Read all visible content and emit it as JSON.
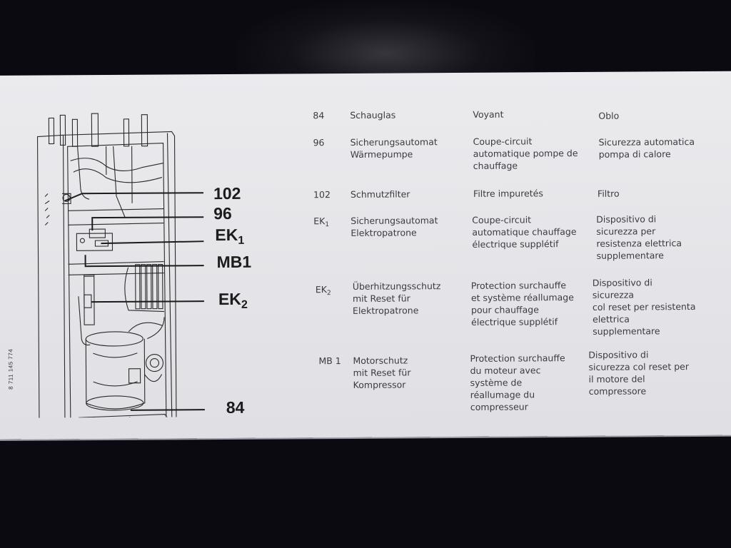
{
  "callouts": {
    "c102": "102",
    "c96": "96",
    "ek1": {
      "base": "EK",
      "sub": "1"
    },
    "mb1": "MB1",
    "ek2": {
      "base": "EK",
      "sub": "2"
    },
    "c84": "84"
  },
  "serial_number": "8 711 145 774",
  "legend": {
    "rows": [
      {
        "code": "84",
        "code_sub": "",
        "de": "Schauglas",
        "fr": "Voyant",
        "it": "Oblo"
      },
      {
        "code": "96",
        "code_sub": "",
        "de": "Sicherungsautomat\nWärmepumpe",
        "fr": "Coupe-circuit\nautomatique pompe de\nchauffage",
        "it": "Sicurezza automatica\npompa di calore"
      },
      {
        "code": "102",
        "code_sub": "",
        "de": "Schmutzfilter",
        "fr": "Filtre impuretés",
        "it": "Filtro"
      },
      {
        "code": "EK",
        "code_sub": "1",
        "de": "Sicherungsautomat\nElektropatrone",
        "fr": "Coupe-circuit\nautomatique chauffage\nélectrique supplétif",
        "it": "Dispositivo di\nsicurezza per\nresistenza elettrica\nsupplementare"
      },
      {
        "code": "EK",
        "code_sub": "2",
        "de": "Überhitzungsschutz\nmit Reset für\nElektropatrone",
        "fr": "Protection surchauffe\net système réallumage\npour chauffage\nélectrique supplétif",
        "it": "Dispositivo di\nsicurezza\ncol reset per resistenta\nelettrica\nsupplementare"
      },
      {
        "code": "MB 1",
        "code_sub": "",
        "de": "Motorschutz\nmit Reset für\nKompressor",
        "fr": "Protection surchauffe\ndu moteur avec\nsystème de\nréallumage du\ncompresseur",
        "it": "Dispositivo di\nsicurezza col reset per\nil motore del\ncompressore"
      }
    ]
  }
}
